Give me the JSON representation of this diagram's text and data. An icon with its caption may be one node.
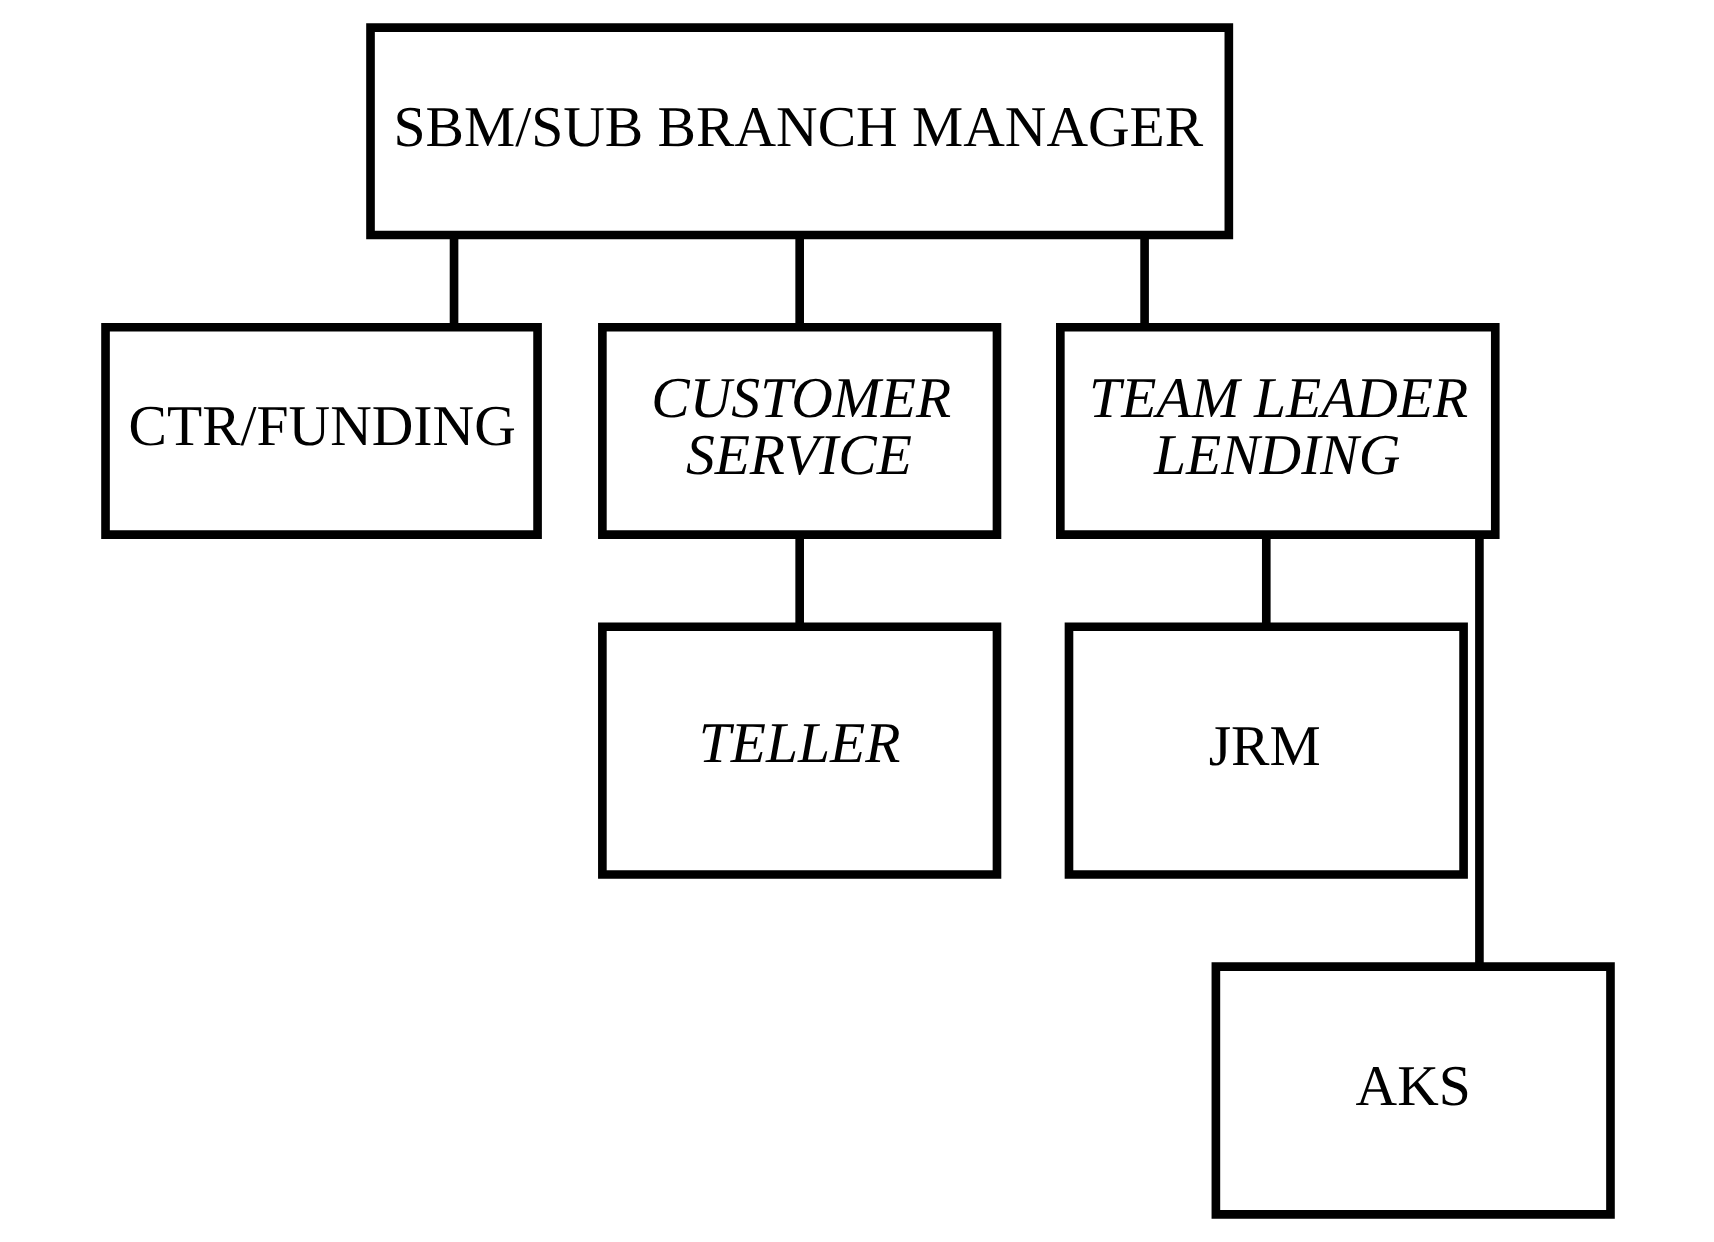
{
  "diagram": {
    "nodes": [
      {
        "text": [
          "SBM/SUB BRANCH MANAGER"
        ]
      },
      {
        "text": [
          "CTR/FUNDING"
        ]
      },
      {
        "text": [
          "CUSTOMER SERVICE"
        ]
      },
      {
        "text": [
          "TEAM LEADER LENDING"
        ]
      },
      {
        "text": [
          "TELLER"
        ]
      },
      {
        "text": [
          "JRM"
        ]
      },
      {
        "text": [
          "AKS"
        ]
      }
    ],
    "edges": [
      {
        "from": 0,
        "to": 1,
        "arrow": "none"
      },
      {
        "from": 0,
        "to": 2,
        "arrow": "none"
      },
      {
        "from": 0,
        "to": 3,
        "arrow": "none"
      },
      {
        "from": 2,
        "to": 4,
        "arrow": "none"
      },
      {
        "from": 3,
        "to": 5,
        "arrow": "none"
      },
      {
        "from": 3,
        "to": 6,
        "arrow": "none"
      }
    ]
  }
}
